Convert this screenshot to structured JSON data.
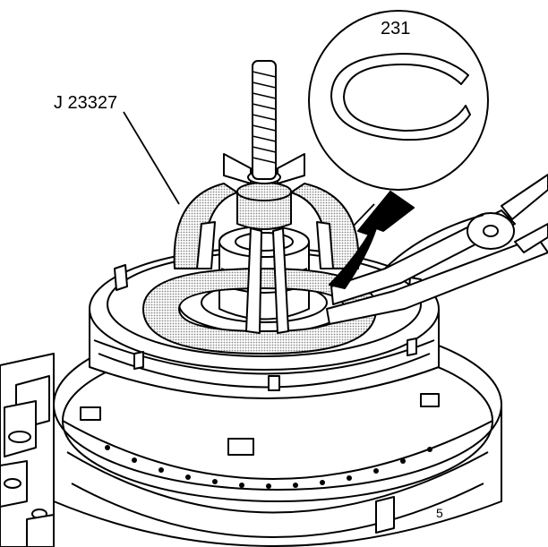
{
  "labels": {
    "tool": "J 23327",
    "part": "231"
  },
  "colors": {
    "ink": "#000000",
    "paper": "#ffffff",
    "stipple": "#bdbdbd"
  },
  "icons": {
    "arrow": "curved-arrow-up",
    "ring": "snap-ring"
  }
}
